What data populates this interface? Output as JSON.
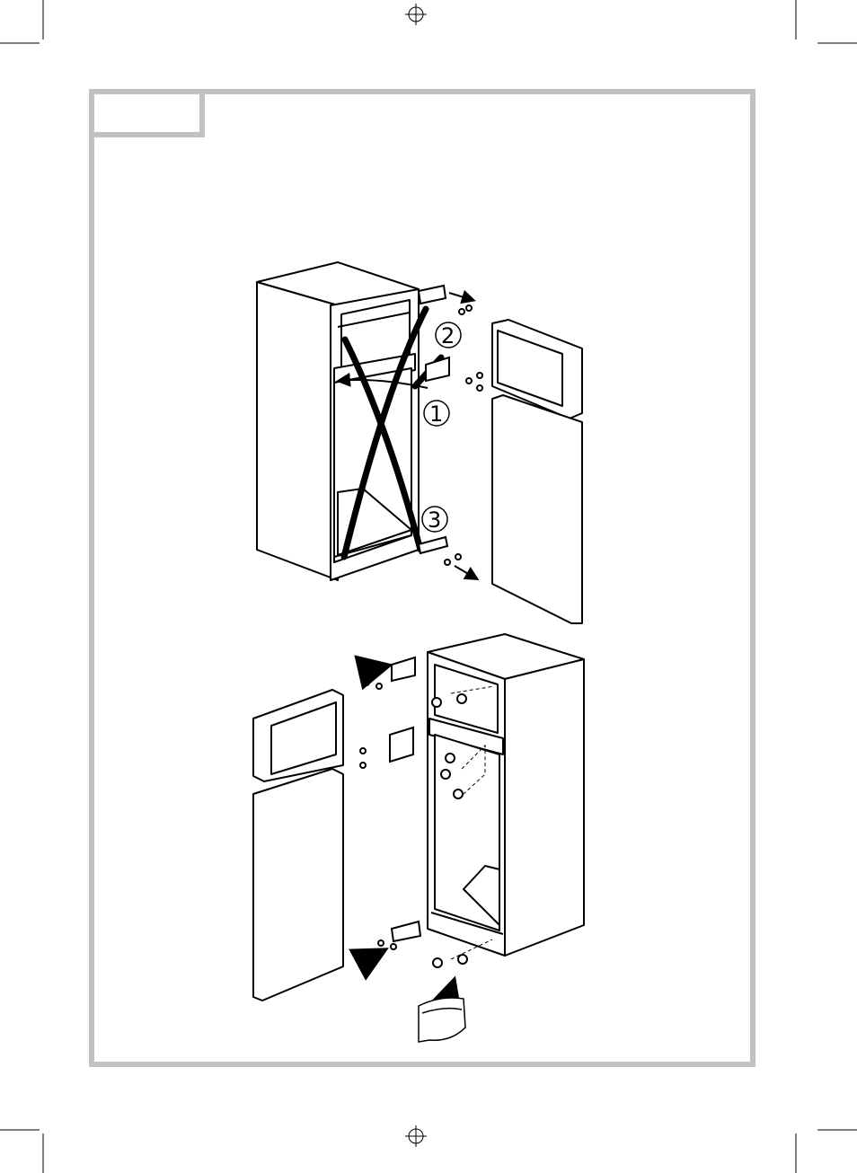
{
  "steps": {
    "one": "1",
    "two": "2",
    "three": "3"
  },
  "colors": {
    "frame": "#c2c2c2",
    "ink": "#000000",
    "paper": "#ffffff"
  },
  "icons": [
    "registration-mark-icon",
    "screw-icon",
    "hinge-icon",
    "arrow-icon",
    "bag-icon"
  ]
}
